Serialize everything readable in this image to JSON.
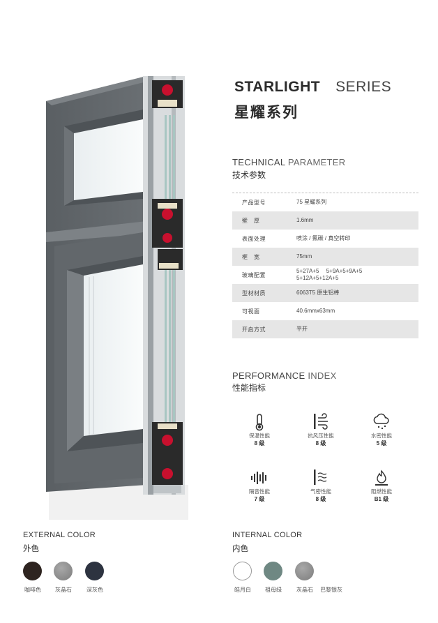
{
  "header": {
    "title_bold": "STARLIGHT",
    "title_light": "SERIES",
    "title_cn": "星耀系列"
  },
  "technical": {
    "title_en_main": "TECHNICAL",
    "title_en_light": " PARAMETER",
    "title_cn": "技术参数",
    "rows": [
      {
        "key": "产品型号",
        "value": "75 星耀系列"
      },
      {
        "key": "壁　厚",
        "value": "1.6mm"
      },
      {
        "key": "表面处理",
        "value": "喷涂 / 氟碳 / 真空转印"
      },
      {
        "key": "框　宽",
        "value": "75mm"
      },
      {
        "key": "玻璃配置",
        "value": "5+27A+5　 5+9A+5+9A+5",
        "value2": "5+12A+5+12A+5"
      },
      {
        "key": "型材材质",
        "value": "6063T5 原生铝棒"
      },
      {
        "key": "可视面",
        "value": "40.6mmx63mm"
      },
      {
        "key": "开启方式",
        "value": "平开"
      }
    ]
  },
  "performance": {
    "title_en_main": "PERFORMANCE",
    "title_en_light": " INDEX",
    "title_cn": "性能指标",
    "items": [
      {
        "label": "保温性能",
        "grade": "8 级",
        "icon": "thermometer-icon"
      },
      {
        "label": "抗风压性能",
        "grade": "8 级",
        "icon": "wind-pressure-icon"
      },
      {
        "label": "水密性能",
        "grade": "5 级",
        "icon": "rain-cloud-icon"
      },
      {
        "label": "隔音性能",
        "grade": "7 级",
        "icon": "sound-wave-icon"
      },
      {
        "label": "气密性能",
        "grade": "8 级",
        "icon": "air-tight-icon"
      },
      {
        "label": "阻燃性能",
        "grade": "B1 级",
        "icon": "flame-icon"
      }
    ]
  },
  "external_color": {
    "title_en": "EXTERNAL COLOR",
    "title_cn": "外色",
    "swatches": [
      {
        "name": "咖啡色",
        "color": "#2e2420"
      },
      {
        "name": "灰晶石",
        "color": "#8e8e8e"
      },
      {
        "name": "深灰色",
        "color": "#2d3340"
      }
    ]
  },
  "internal_color": {
    "title_en": "INTERNAL COLOR",
    "title_cn": "内色",
    "swatches": [
      {
        "name": "皓月白",
        "color": "#ffffff"
      },
      {
        "name": "祖母绿",
        "color": "#6f8883"
      },
      {
        "name": "灰晶石",
        "color": "#8e8e8e"
      },
      {
        "name": "巴黎银灰",
        "color": ""
      }
    ]
  },
  "colors": {
    "frame": "#5f6468",
    "frame_light": "#74797d",
    "accent_red": "#c8102e"
  }
}
